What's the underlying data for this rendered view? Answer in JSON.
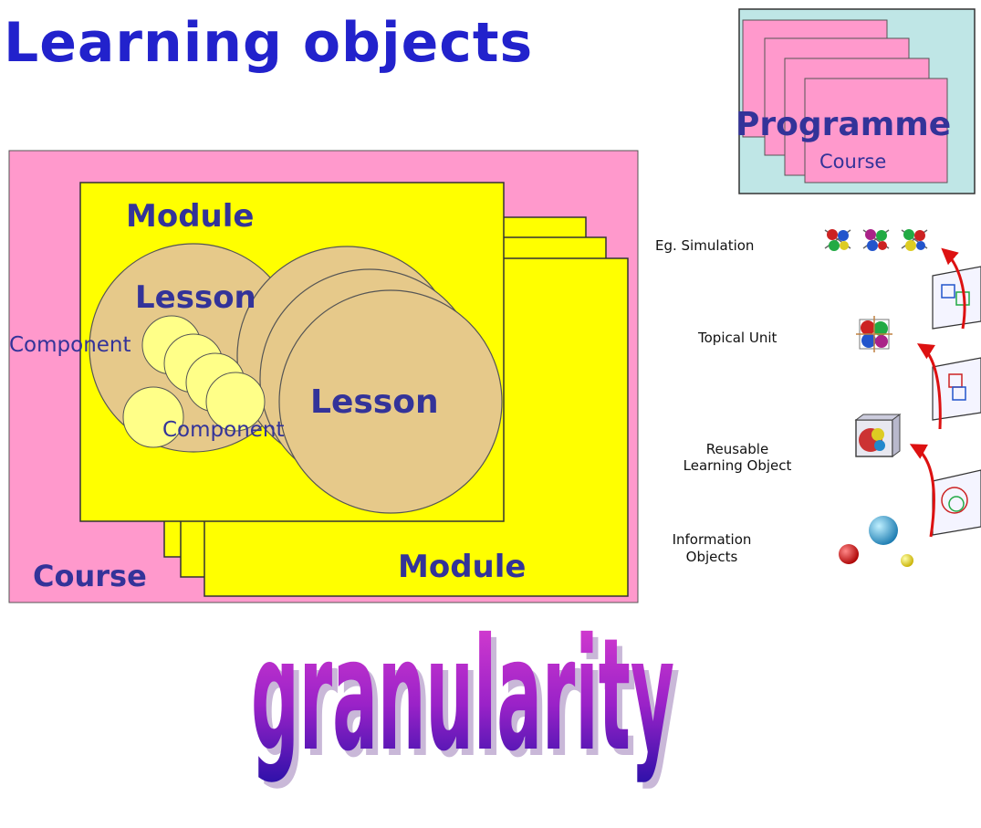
{
  "title": "Learning objects",
  "diagram": {
    "course_label": "Course",
    "module_top_label": "Module",
    "module_bottom_label": "Module",
    "lesson_left_label": "Lesson",
    "lesson_right_label": "Lesson",
    "component_label_1": "Component",
    "component_label_2": "Component"
  },
  "programme_box": {
    "programme_label": "Programme",
    "course_label": "Course"
  },
  "hierarchy": {
    "levels": [
      {
        "label": "Eg. Simulation",
        "icon": "molecule-cluster-icon"
      },
      {
        "label": "Topical Unit",
        "icon": "molecule-cube-icon"
      },
      {
        "label": "Reusable Learning Object",
        "icon": "glass-cube-icon"
      },
      {
        "label": "Information Objects",
        "icon": "spheres-icon"
      }
    ]
  },
  "bottom_word": "granularity",
  "colors": {
    "title": "#2222cc",
    "course_bg": "#ff99cc",
    "module_bg": "#ffff00",
    "lesson_fill": "#e6c98a",
    "component_fill": "#ffff88",
    "label_text": "#333399",
    "programme_bg": "#bfe6e6",
    "word_gradient_top": "#dd33cc",
    "word_gradient_bottom": "#2211aa"
  }
}
